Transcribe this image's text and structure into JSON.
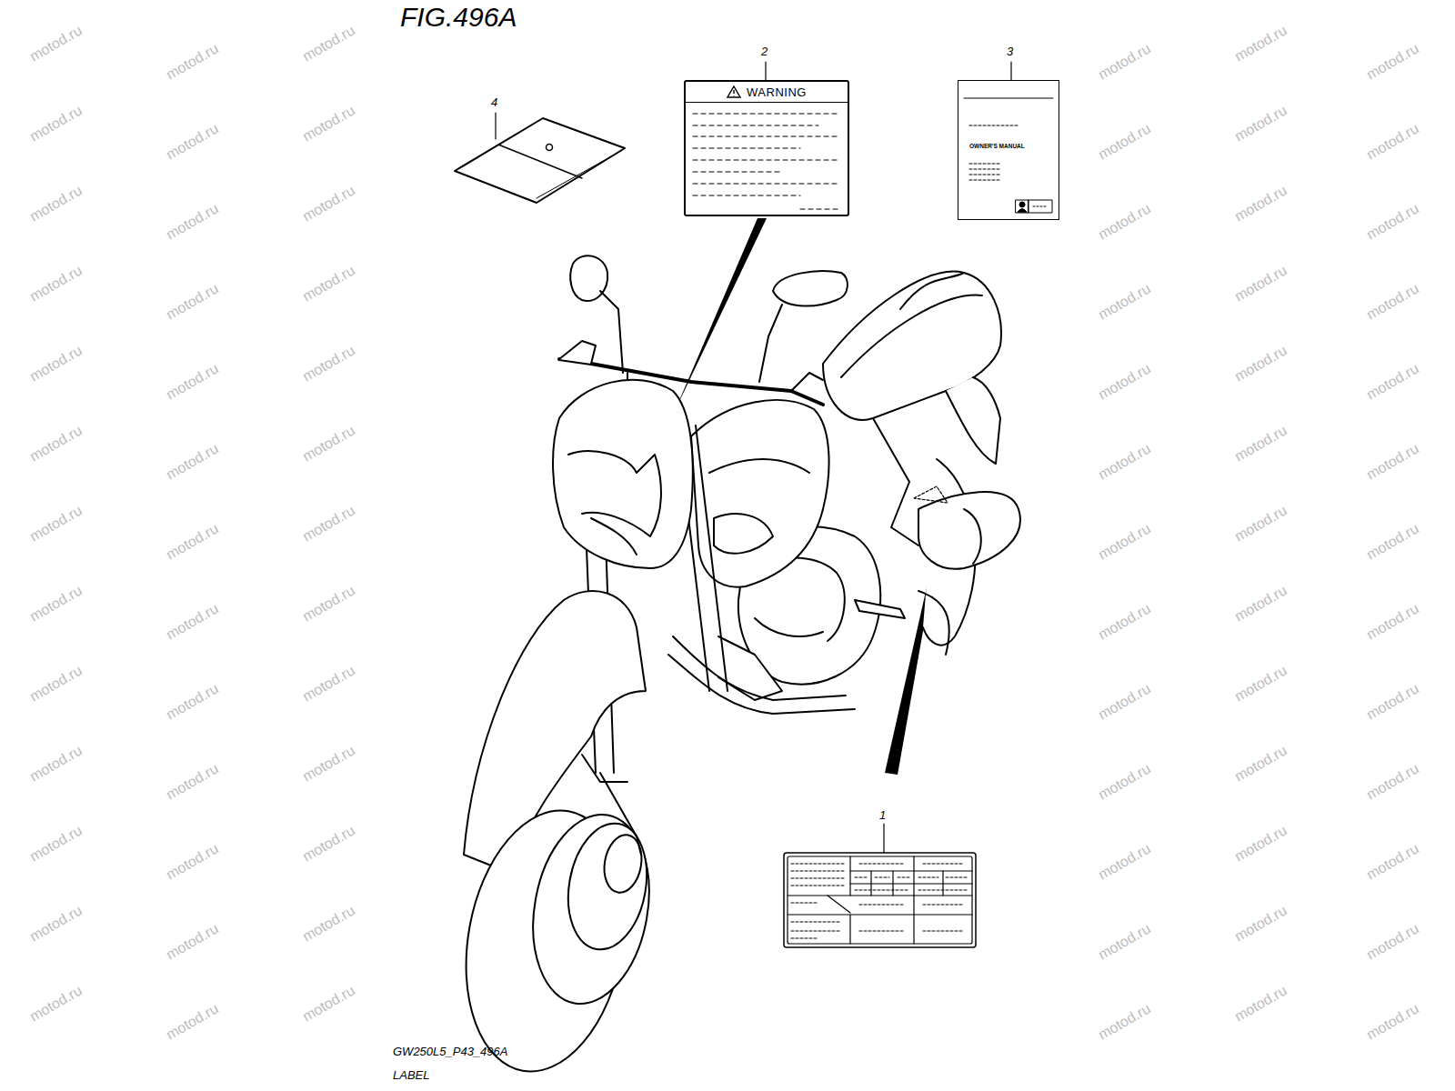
{
  "diagram": {
    "title": "FIG.496A",
    "caption": "GW250L5_P43_496A",
    "nodes": [
      {
        "text": [
          "WARNING"
        ]
      },
      {
        "text": [
          "OWNER'S MANUAL"
        ]
      }
    ],
    "labels": [
      "4",
      "2",
      "3",
      "1",
      "LABEL",
      "motod.ru",
      "motod.ru",
      "motod.ru",
      "motod.ru",
      "motod.ru",
      "motod.ru",
      "motod.ru",
      "motod.ru",
      "motod.ru",
      "motod.ru",
      "motod.ru",
      "motod.ru",
      "motod.ru",
      "motod.ru",
      "motod.ru",
      "motod.ru",
      "motod.ru",
      "motod.ru",
      "motod.ru",
      "motod.ru",
      "motod.ru",
      "motod.ru",
      "motod.ru",
      "motod.ru",
      "motod.ru",
      "motod.ru",
      "motod.ru",
      "motod.ru",
      "motod.ru",
      "motod.ru",
      "motod.ru",
      "motod.ru",
      "motod.ru",
      "motod.ru",
      "motod.ru",
      "motod.ru",
      "motod.ru",
      "motod.ru",
      "motod.ru",
      "motod.ru",
      "motod.ru",
      "motod.ru",
      "motod.ru",
      "motod.ru",
      "motod.ru",
      "motod.ru",
      "motod.ru",
      "motod.ru",
      "motod.ru",
      "motod.ru",
      "motod.ru",
      "motod.ru",
      "motod.ru",
      "motod.ru",
      "motod.ru",
      "motod.ru",
      "motod.ru",
      "motod.ru",
      "motod.ru",
      "motod.ru",
      "motod.ru",
      "motod.ru",
      "motod.ru",
      "motod.ru",
      "motod.ru",
      "motod.ru",
      "motod.ru",
      "motod.ru",
      "motod.ru",
      "motod.ru",
      "motod.ru",
      "motod.ru",
      "motod.ru",
      "motod.ru",
      "motod.ru",
      "motod.ru",
      "motod.ru",
      "motod.ru"
    ]
  }
}
